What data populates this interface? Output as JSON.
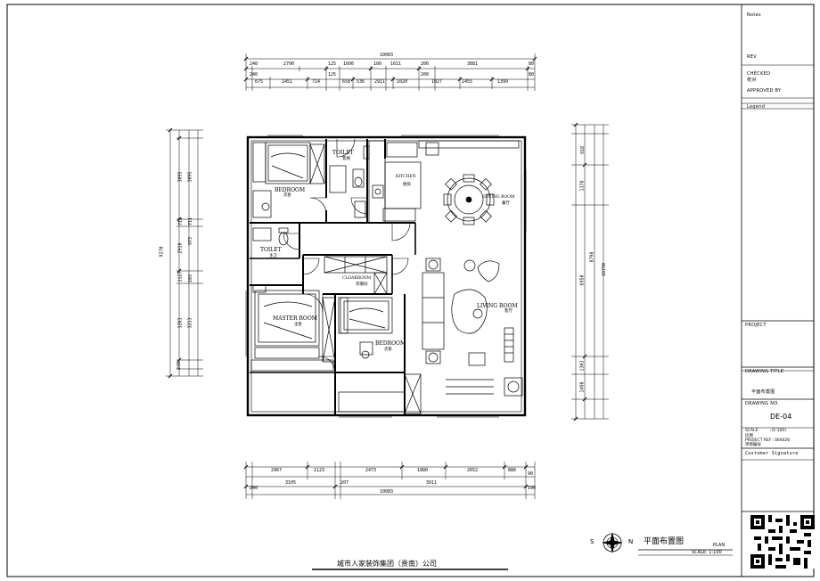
{
  "title_block": {
    "notes": "Notes",
    "rev": "REV",
    "checked": "CHECKED",
    "checked_cn": "校对",
    "approved_by": "APPROVED BY",
    "legend": "Legend",
    "project": "PROJECT",
    "drawing_title": "DRAWING TITLE",
    "drawing_title_value": "平面布置图",
    "drawing_no": "DRAWING NO.",
    "drawing_no_value": "DE-04",
    "scale_label": "SCALE",
    "scale_value": ":(1:100)",
    "scale_cn": "比例",
    "project_ref": "PROJECT REF",
    "project_ref_value": ": 004026",
    "project_ref_cn": "项目编号",
    "customer_signature": "Customer Signature"
  },
  "plan_caption": {
    "north": "N",
    "south": "S",
    "title_cn": "平面布置图",
    "plan": "PLAN",
    "scale": "SCALE: 1:100"
  },
  "company": "城市人家装饰集团（贵南）公司",
  "rooms": {
    "bedroom_top": "BEDROOM",
    "bedroom_top_cn": "次卧",
    "toilet_top": "TOILET",
    "toilet_top_cn": "客厕",
    "kitchen": "KITCHEN",
    "kitchen_cn": "厨房",
    "dining": "DINING ROOM",
    "dining_cn": "餐厅",
    "toilet_mid": "TOILET",
    "toilet_mid_cn": "主卫",
    "cloakroom": "CLOAKROOM",
    "cloakroom_cn": "衣帽间",
    "master": "MASTER ROOM",
    "master_cn": "主卧",
    "living": "LIVING ROOM",
    "living_cn": "客厅",
    "bedroom_bot": "BEDROOM",
    "bedroom_bot_cn": "次卧"
  },
  "dims": {
    "top_total": "10083",
    "top_row1": [
      "240",
      "2790",
      "125",
      "1606",
      "100",
      "1611",
      "200",
      "3881",
      "80"
    ],
    "top_row2": [
      "240",
      "675",
      "1451",
      "714",
      "125",
      "658",
      "536",
      "2911",
      "1020",
      "200",
      "1027",
      "1455",
      "1399",
      "80"
    ],
    "bottom_total": "10083",
    "bottom_row1": [
      "2967",
      "1123",
      "2473",
      "1880",
      "2652",
      "886",
      "90"
    ],
    "bottom_row2": [
      "240",
      "3105",
      "207",
      "3911",
      "190"
    ],
    "left_total": "9270",
    "left_row1": [
      "3095",
      "711",
      "2910",
      "1127",
      "3203",
      "240"
    ],
    "left_row2": [
      "3095",
      "711",
      "973",
      "103",
      "3213"
    ],
    "right_total": "10790",
    "right_row1": [
      "918",
      "1378",
      "6950",
      "1303",
      "1490"
    ],
    "right_row2": [
      "8798"
    ]
  }
}
